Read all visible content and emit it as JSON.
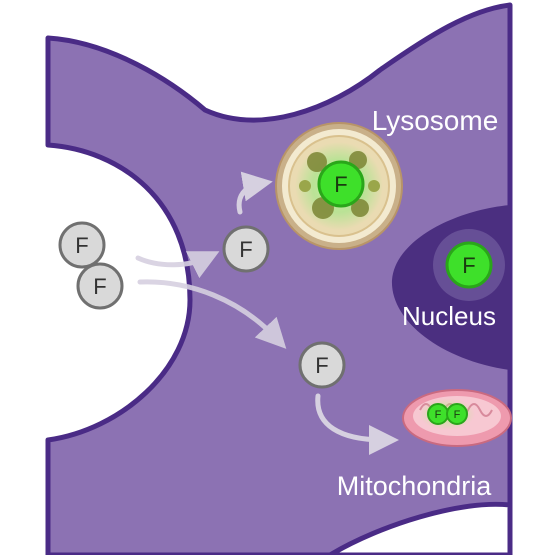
{
  "labels": {
    "lysosome": "Lysosome",
    "nucleus": "Nucleus",
    "mitochondria": "Mitochondria"
  },
  "particle_letter": "F",
  "colors": {
    "cell_fill": "#8c72b3",
    "cell_outline": "#4a2b86",
    "nucleus_fill": "#4b2f80",
    "particle_gray": "#d9d9d9",
    "particle_green": "#3ee02a",
    "arrow": "#d6d0e0",
    "lysosome_ring": "#c9b089",
    "mitochondria_pink": "#e89aa8"
  },
  "icons": {
    "particle": "circle-letter",
    "arrow": "curved-arrow"
  }
}
